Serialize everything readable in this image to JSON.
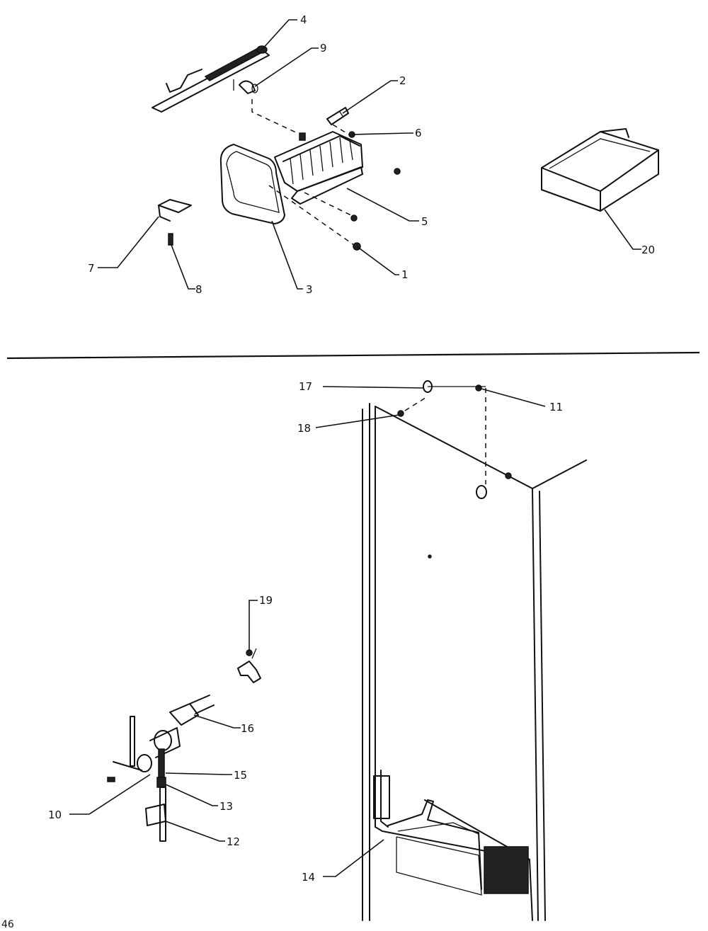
{
  "callouts": {
    "c1": "1",
    "c2": "2",
    "c3": "3",
    "c4": "4",
    "c5": "5",
    "c6": "6",
    "c7": "7",
    "c8": "8",
    "c9": "9",
    "c10": "10",
    "c11": "11",
    "c12": "12",
    "c13": "13",
    "c14": "14",
    "c15": "15",
    "c16": "16",
    "c17": "17",
    "c18": "18",
    "c19": "19",
    "c20": "20"
  },
  "page_number": "46"
}
